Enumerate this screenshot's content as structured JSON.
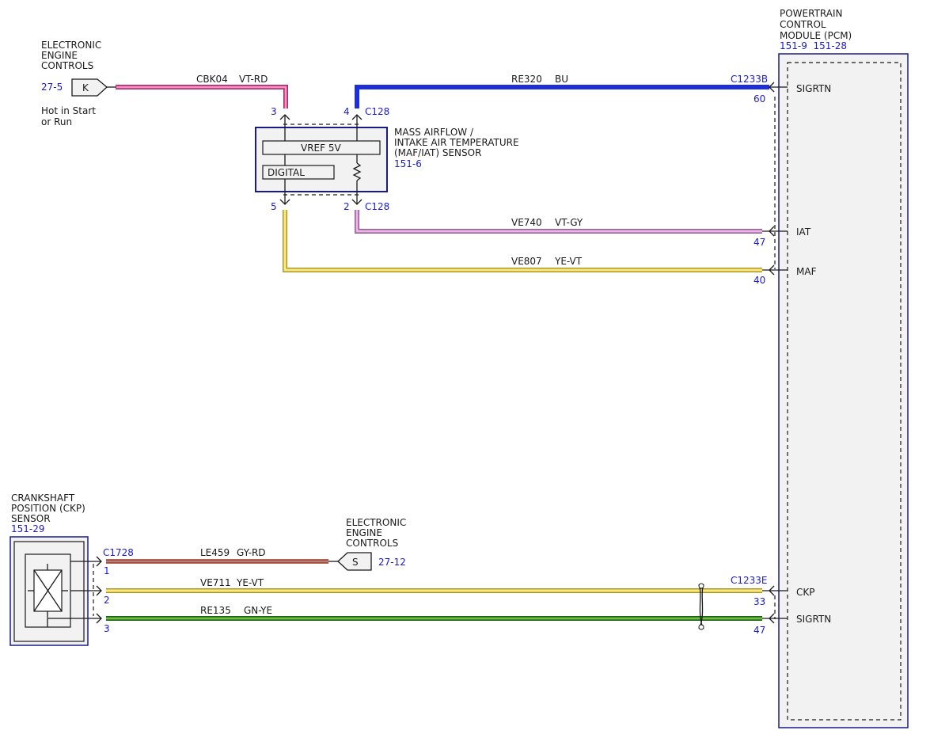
{
  "colors": {
    "VT-RD": "#e0559a",
    "VT-RD-edge": "#b02a6a",
    "BU": "#1f2fd8",
    "VT-GY": "#cf8fcf",
    "VT-GY-edge": "#9a5a9a",
    "YE-VT": "#f0d84a",
    "YE-VT-edge": "#a8922a",
    "GY-RD": "#9e6a5e",
    "GY-RD-edge": "#a03020",
    "GN-YE": "#3a9a2a",
    "GN-YE-edge": "#1e5e14",
    "module_border": "#1a1a8c",
    "ref_text": "#1a1ad6"
  },
  "pcm": {
    "title": [
      "POWERTRAIN",
      "CONTROL",
      "MODULE (PCM)"
    ],
    "ref": "151-9  151-28",
    "pins": [
      {
        "label": "SIGRTN",
        "pin": "60",
        "connector": "C1233B"
      },
      {
        "label": "IAT",
        "pin": "47"
      },
      {
        "label": "MAF",
        "pin": "40"
      },
      {
        "label": "CKP",
        "pin": "33",
        "connector": "C1233E"
      },
      {
        "label": "SIGRTN",
        "pin": "47"
      }
    ]
  },
  "eec_top": {
    "title": [
      "ELECTRONIC",
      "ENGINE",
      "CONTROLS"
    ],
    "ref": "27-5",
    "connector": "K",
    "note": [
      "Hot in Start",
      "or Run"
    ]
  },
  "maf": {
    "title": [
      "MASS AIRFLOW /",
      "INTAKE AIR TEMPERATURE",
      "(MAF/IAT) SENSOR"
    ],
    "ref": "151-6",
    "vref_label": "VREF 5V",
    "digital_label": "DIGITAL",
    "pins": {
      "p3": "3",
      "p4": "4",
      "p5": "5",
      "p2": "2"
    },
    "connector_top": "C128",
    "connector_bottom": "C128",
    "resistor_icon": "resistor-icon"
  },
  "ckp": {
    "title": [
      "CRANKSHAFT",
      "POSITION (CKP)",
      "SENSOR"
    ],
    "ref": "151-29",
    "connector": "C1728",
    "pins": [
      "1",
      "2",
      "3"
    ],
    "symbol_icon": "sensor-x-icon"
  },
  "eec_bottom": {
    "title": [
      "ELECTRONIC",
      "ENGINE",
      "CONTROLS"
    ],
    "ref": "27-12",
    "connector": "S"
  },
  "wires": {
    "w1": {
      "circuit": "CBK04",
      "color": "VT-RD"
    },
    "w2": {
      "circuit": "RE320",
      "color": "BU"
    },
    "w3": {
      "circuit": "VE740",
      "color": "VT-GY"
    },
    "w4": {
      "circuit": "VE807",
      "color": "YE-VT"
    },
    "w5": {
      "circuit": "LE459",
      "color": "GY-RD"
    },
    "w6": {
      "circuit": "VE711",
      "color": "YE-VT"
    },
    "w7": {
      "circuit": "RE135",
      "color": "GN-YE"
    }
  }
}
